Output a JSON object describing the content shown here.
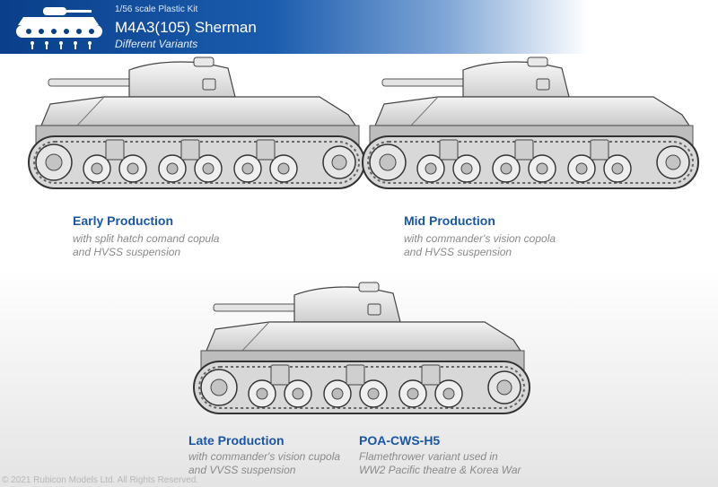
{
  "header": {
    "kit_line": "1/56 scale Plastic Kit",
    "title": "M4A3(105) Sherman",
    "subtitle": "Different Variants",
    "logo_icon": "tank-silhouette-with-figures-icon"
  },
  "variants": [
    {
      "title": "Early Production",
      "desc_line1": "with split hatch comand copula",
      "desc_line2": "and HVSS suspension"
    },
    {
      "title": "Mid Production",
      "desc_line1": "with commander's vision copola",
      "desc_line2": "and HVSS suspension"
    },
    {
      "title": "Late Production",
      "desc_line1": "with commander's vision cupola",
      "desc_line2": "and VVSS suspension"
    },
    {
      "title": "POA-CWS-H5",
      "desc_line1": "Flamethrower variant used in",
      "desc_line2": "WW2 Pacific theatre & Korea War"
    }
  ],
  "footer": {
    "copyright": "© 2021 Rubicon Models Ltd. All Rights Reserved."
  },
  "colors": {
    "header_blue": "#0a3f8a",
    "caption_blue": "#1a56a4",
    "caption_grey": "#8a8a8a"
  }
}
